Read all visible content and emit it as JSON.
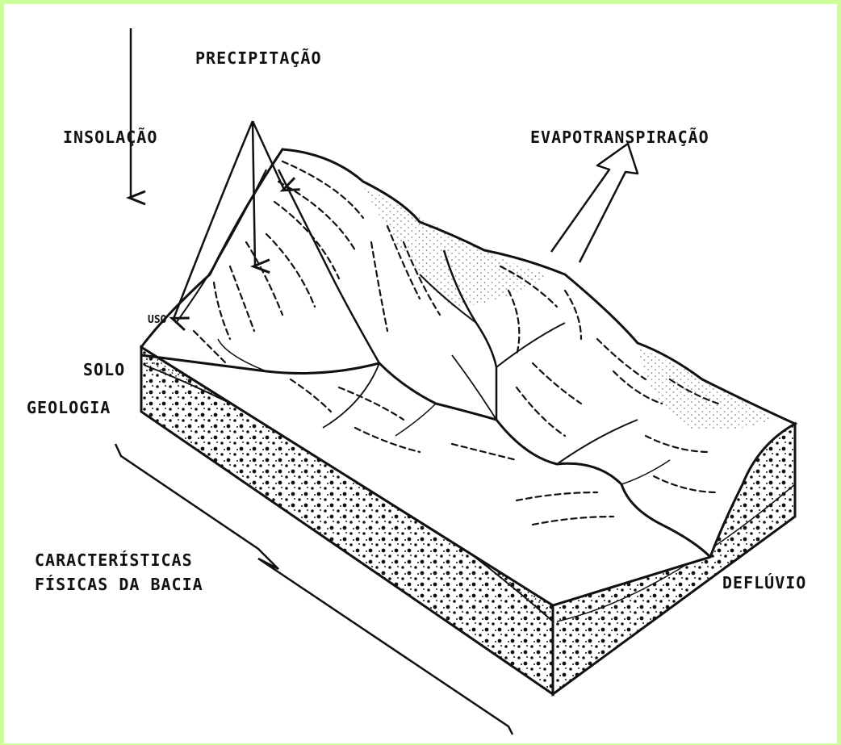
{
  "colors": {
    "frame_border": "#ccff99",
    "background": "#ffffff",
    "ink": "#111111"
  },
  "labels": {
    "precipitacao": "PRECIPITAÇÃO",
    "insolacao": "INSOLAÇÃO",
    "evapotranspiracao": "EVAPOTRANSPIRAÇÃO",
    "uso": "USO",
    "solo": "SOLO",
    "geologia": "GEOLOGIA",
    "caracteristicas_line1": "CARACTERÍSTICAS",
    "caracteristicas_line2": "FÍSICAS DA BACIA",
    "defluvio": "DEFLÚVIO"
  }
}
